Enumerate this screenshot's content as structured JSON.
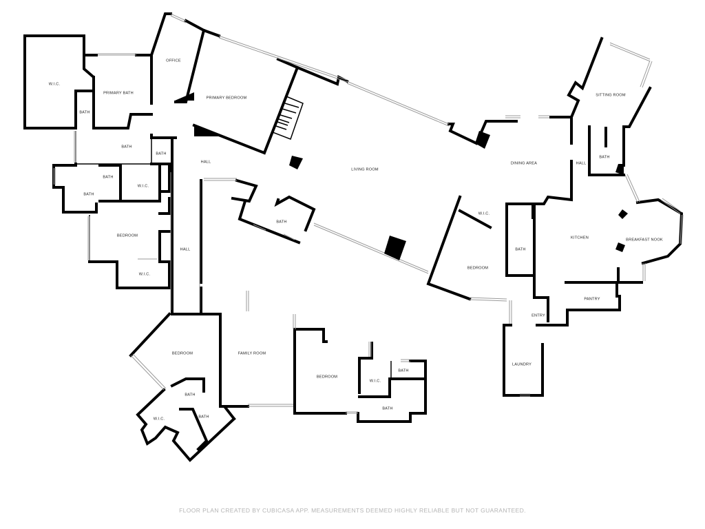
{
  "rooms": {
    "wic_1": "W.I.C.",
    "primary_bath": "PRIMARY BATH",
    "office": "OFFICE",
    "primary_bedroom": "PRIMARY BEDROOM",
    "bath_1": "BATH",
    "bath_2": "BATH",
    "bath_3": "BATH",
    "hall_1": "HALL",
    "bath_4": "BATH",
    "wic_2": "W.I.C.",
    "bath_5": "BATH",
    "living_room": "LIVING ROOM",
    "bath_6": "BATH",
    "bedroom_1": "BEDROOM",
    "hall_2": "HALL",
    "wic_3": "W.I.C.",
    "dining_area": "DINING AREA",
    "sitting_room": "SITTING ROOM",
    "hall_3": "HALL",
    "bath_7": "BATH",
    "wic_4": "W.I.C.",
    "bath_8": "BATH",
    "bedroom_2": "BEDROOM",
    "kitchen": "KITCHEN",
    "breakfast_nook": "BREAKFAST NOOK",
    "pantry": "PANTRY",
    "entry": "ENTRY",
    "laundry": "LAUNDRY",
    "bedroom_3": "BEDROOM",
    "bath_9": "BATH",
    "wic_5": "W.I.C.",
    "bath_10": "BATH",
    "family_room": "FAMILY ROOM",
    "bedroom_4": "BEDROOM",
    "wic_6": "W.I.C.",
    "bath_11": "BATH",
    "bath_12": "BATH"
  },
  "footer": {
    "note": "FLOOR PLAN CREATED BY CUBICASA APP. MEASUREMENTS DEEMED HIGHLY RELIABLE BUT NOT GUARANTEED."
  }
}
